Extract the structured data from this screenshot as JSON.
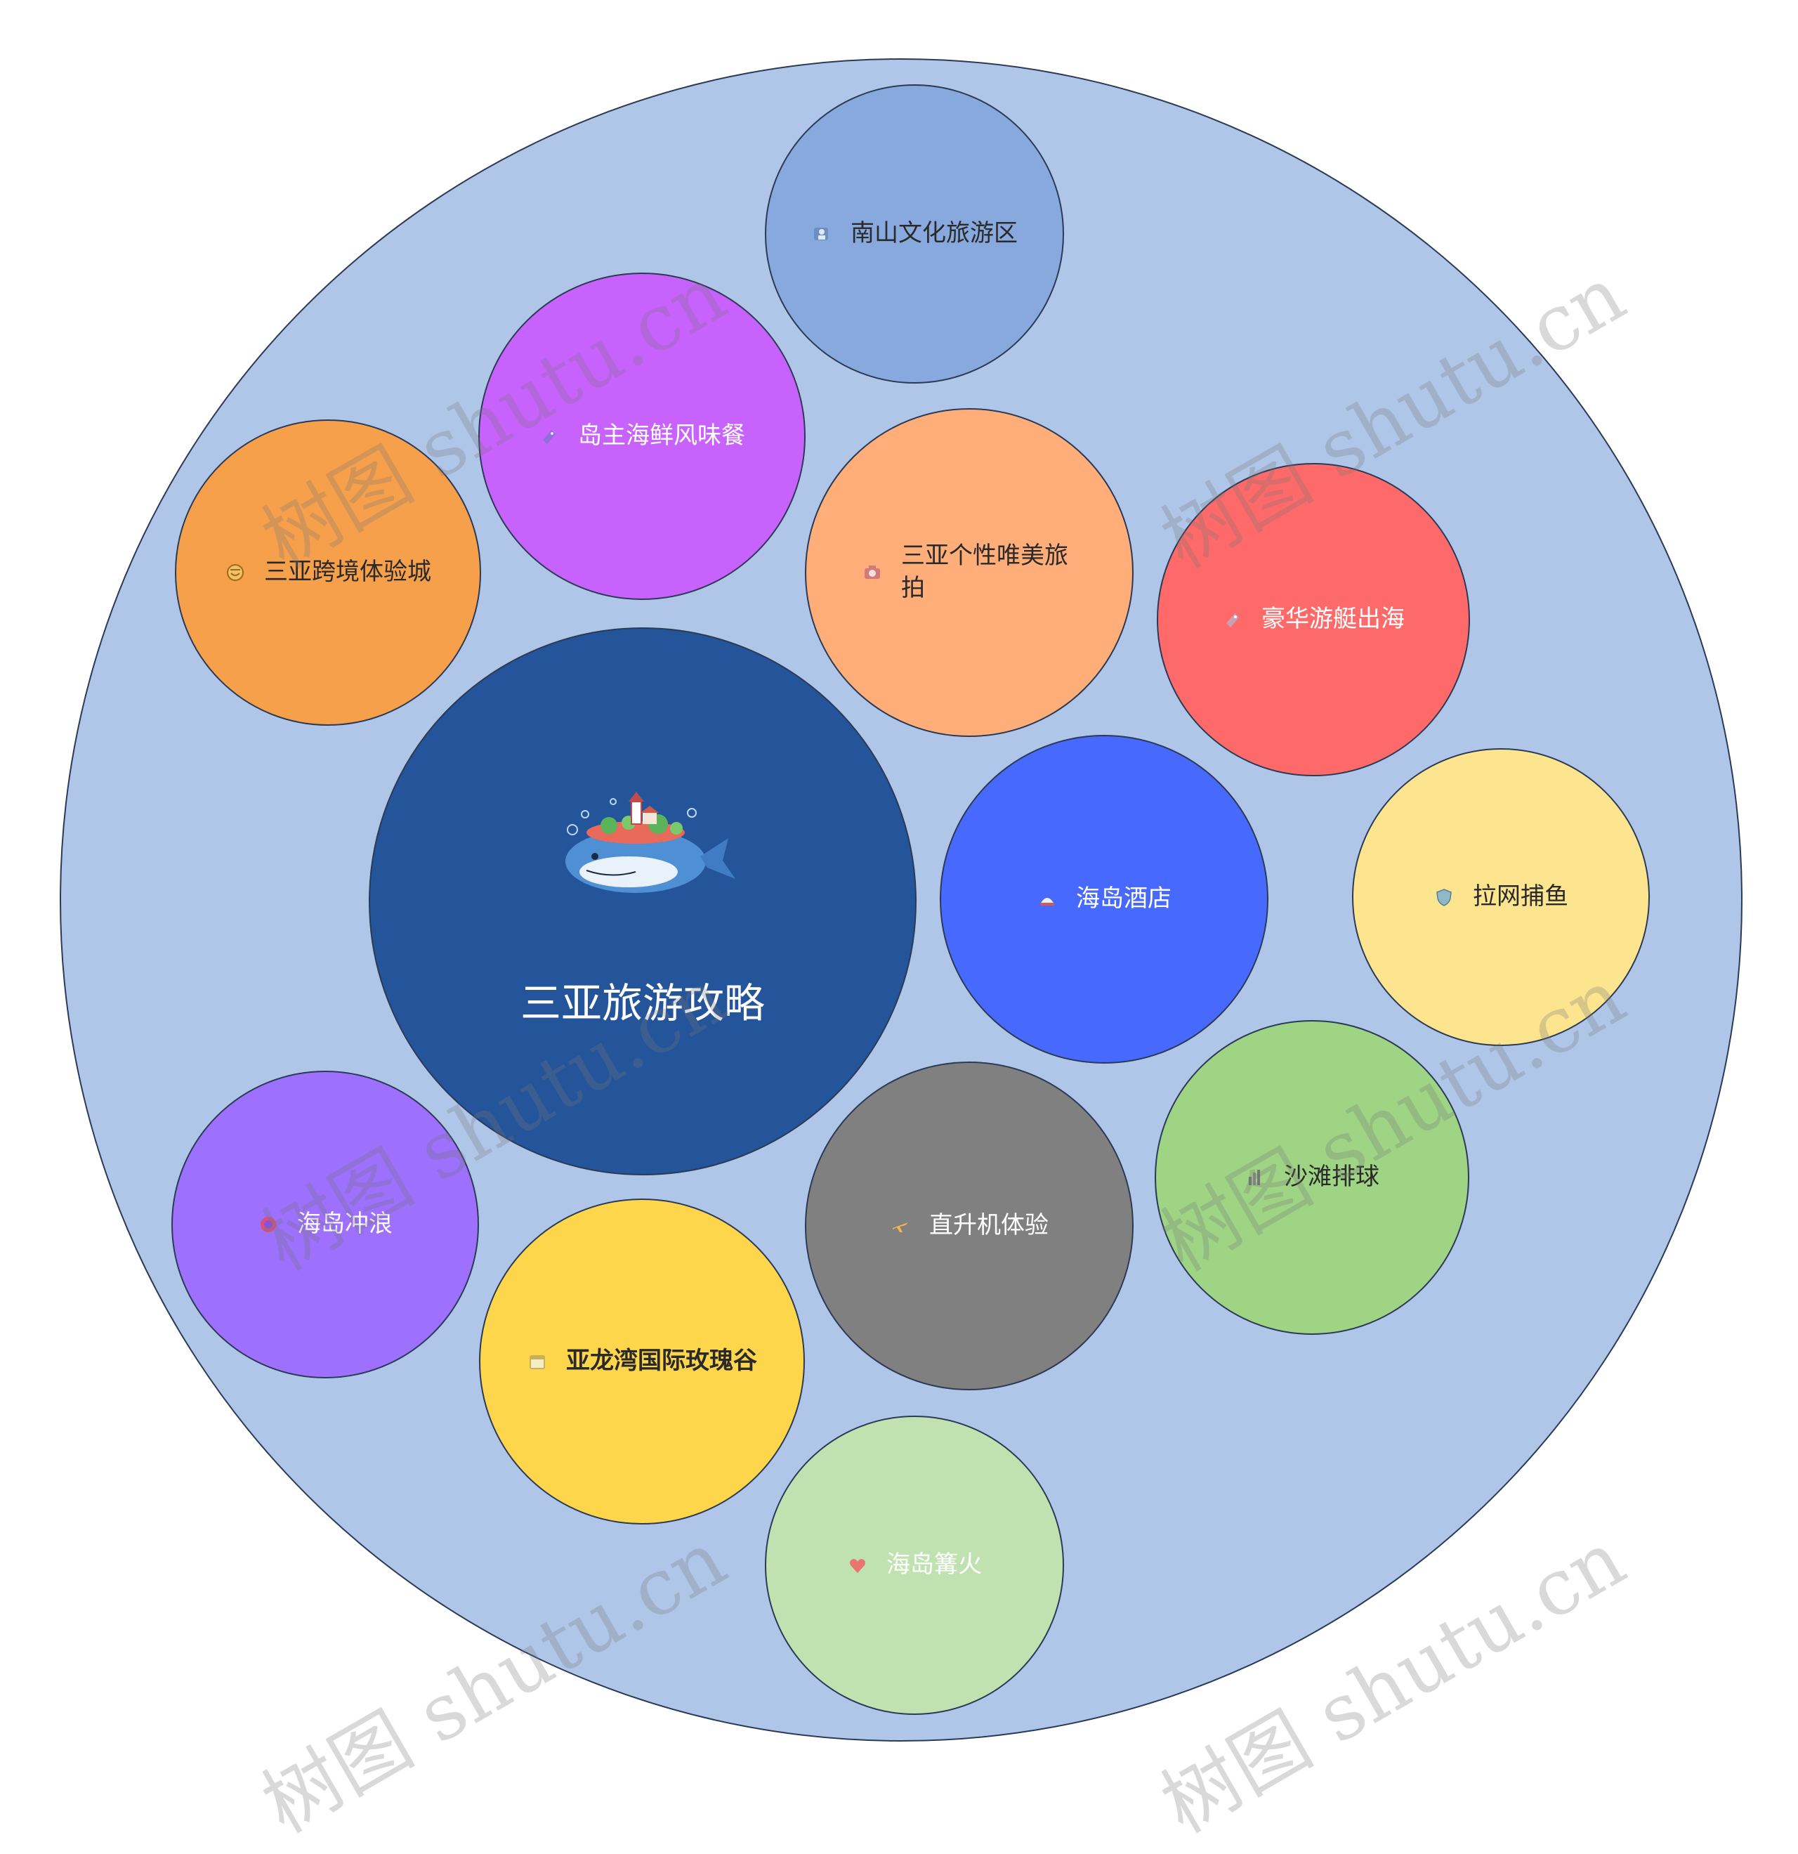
{
  "diagram": {
    "center": {
      "label": "三亚旅游攻略",
      "color": "#24549a",
      "icon": "whale-island-illustration"
    },
    "container_color": "#b0c6e8",
    "nodes": [
      {
        "id": "nanshan",
        "label": "南山文化旅游区",
        "color": "#88a9de",
        "text_color": "#2a2a2a",
        "icon": "map-person-icon"
      },
      {
        "id": "seafood",
        "label": "岛主海鲜风味餐",
        "color": "#c862fd",
        "text_color": "#ffffff",
        "icon": "fork-tag-icon"
      },
      {
        "id": "crossborder",
        "label": "三亚跨境体验城",
        "color": "#f6a04c",
        "text_color": "#2a2a2a",
        "icon": "smile-icon"
      },
      {
        "id": "photo",
        "label": "三亚个性唯美旅拍",
        "color": "#ffad79",
        "text_color": "#2a2a2a",
        "icon": "camera-icon"
      },
      {
        "id": "yacht",
        "label": "豪华游艇出海",
        "color": "#fe6a69",
        "text_color": "#ffffff",
        "icon": "tag-icon"
      },
      {
        "id": "hotel",
        "label": "海岛酒店",
        "color": "#4769fe",
        "text_color": "#ffffff",
        "icon": "hotel-icon"
      },
      {
        "id": "fishing",
        "label": "拉网捕鱼",
        "color": "#fde590",
        "text_color": "#2a2a2a",
        "icon": "shield-icon"
      },
      {
        "id": "volleyball",
        "label": "沙滩排球",
        "color": "#9ed484",
        "text_color": "#2a2a2a",
        "icon": "bar-chart-icon"
      },
      {
        "id": "helicopter",
        "label": "直升机体验",
        "color": "#808080",
        "text_color": "#ffffff",
        "icon": "plane-icon"
      },
      {
        "id": "surf",
        "label": "海岛冲浪",
        "color": "#9d70fd",
        "text_color": "#ffffff",
        "icon": "target-icon"
      },
      {
        "id": "rose",
        "label": "亚龙湾国际玫瑰谷",
        "color": "#fdd64c",
        "text_color": "#2a2a2a",
        "icon": "calendar-icon"
      },
      {
        "id": "bonfire",
        "label": "海岛篝火",
        "color": "#c0e2b1",
        "text_color": "#ffffff",
        "icon": "heart-icon"
      }
    ]
  },
  "watermark": {
    "text": "树图 shutu.cn"
  }
}
